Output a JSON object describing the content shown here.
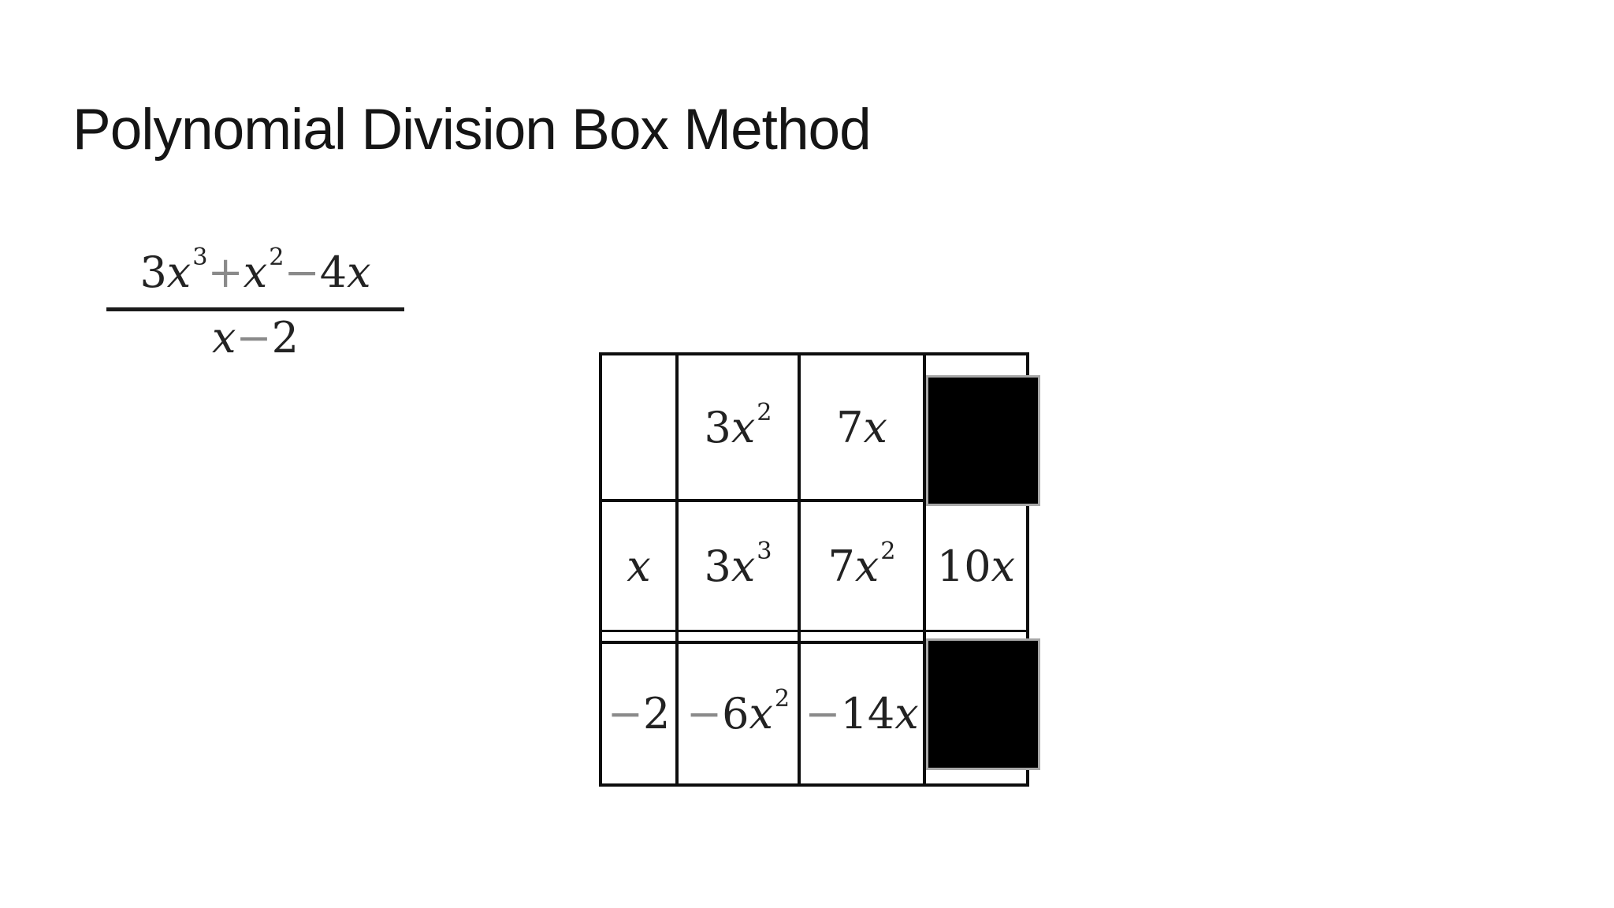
{
  "title": "Polynomial Division Box Method",
  "problem": {
    "numerator": "3x^3 + x^2 − 4x",
    "denominator": "x − 2"
  },
  "grid": {
    "rows": [
      [
        "",
        "3x^2",
        "7x",
        ""
      ],
      [
        "x",
        "3x^3",
        "7x^2",
        "10x"
      ],
      [
        "−2",
        "−6x^2",
        "−14x",
        ""
      ]
    ],
    "redactions": [
      {
        "row": 0,
        "col": 3
      },
      {
        "row": 2,
        "col": 3
      }
    ]
  },
  "colors": {
    "background": "#ffffff",
    "title_text": "#151515",
    "math_text": "#222222",
    "operator": "#8a8a8a",
    "grid_line": "#0d0d0d",
    "redaction": "#000000",
    "redaction_edge": "#a8a8a8"
  }
}
